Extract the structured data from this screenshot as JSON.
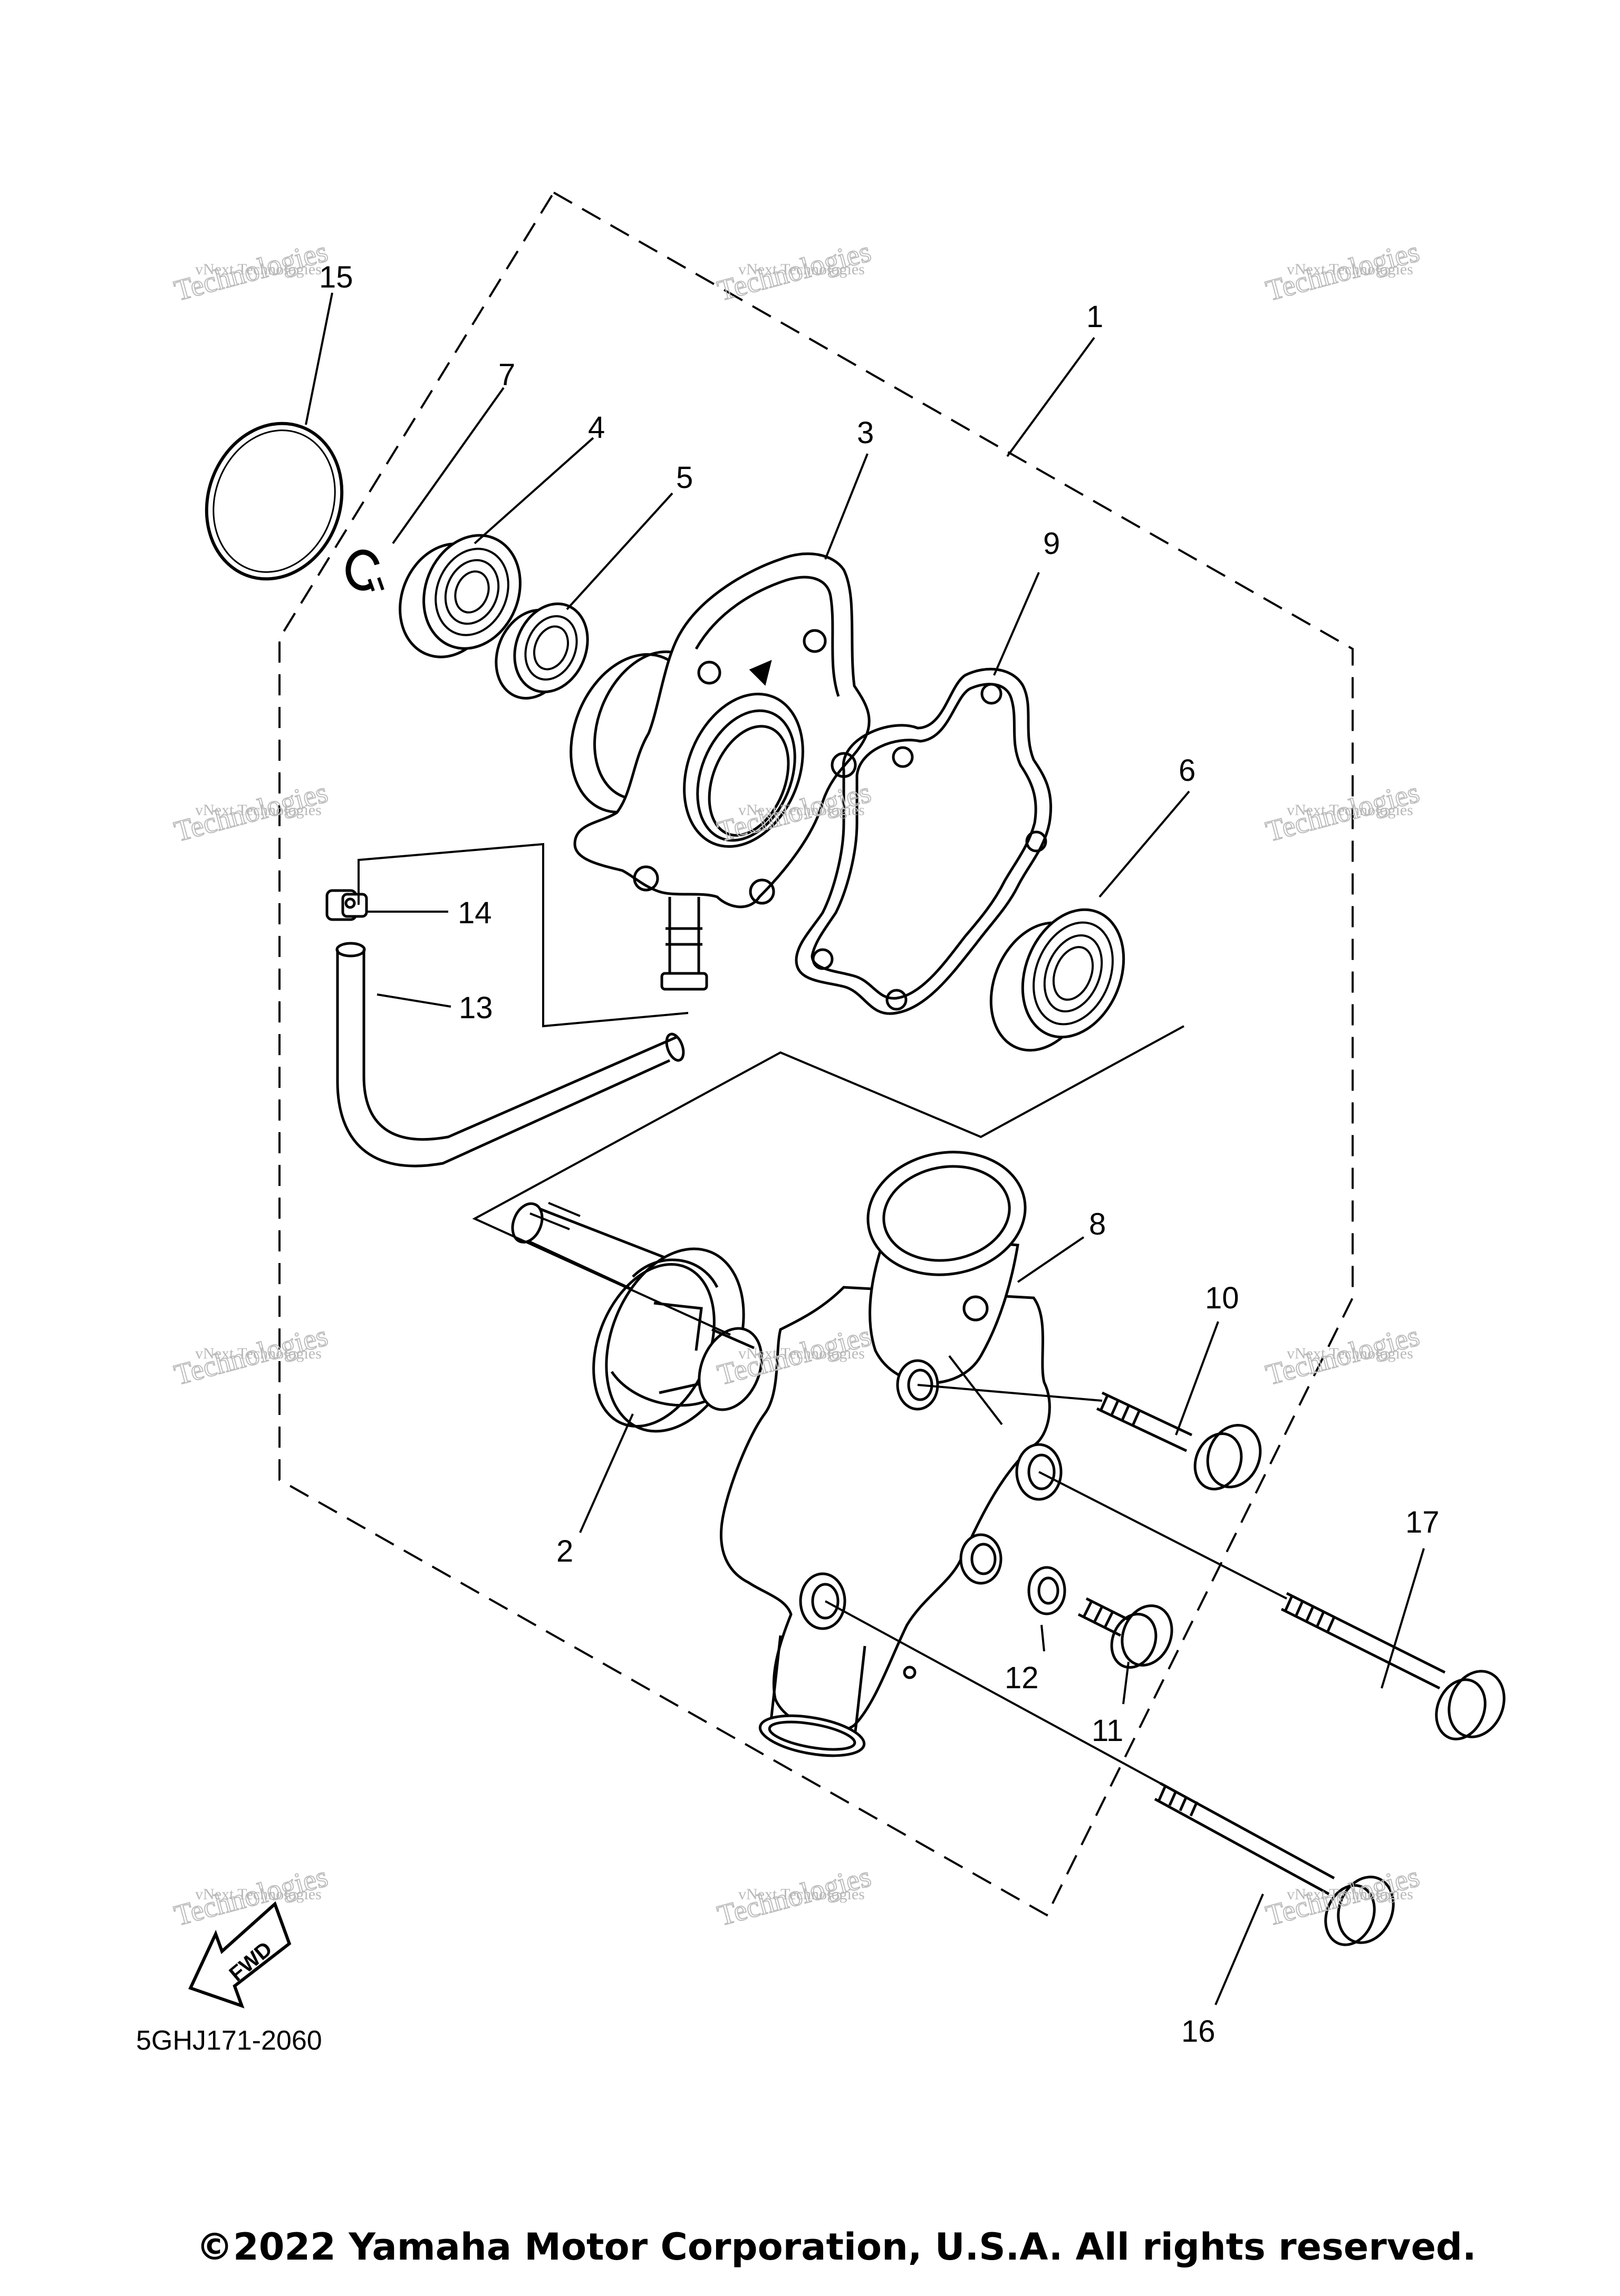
{
  "diagram": {
    "callouts": {
      "c1": "1",
      "c2": "2",
      "c3": "3",
      "c4": "4",
      "c5": "5",
      "c6": "6",
      "c7": "7",
      "c8": "8",
      "c9": "9",
      "c10": "10",
      "c11": "11",
      "c12": "12",
      "c13": "13",
      "c14": "14",
      "c15": "15",
      "c16": "16",
      "c17": "17"
    },
    "fwd_label": "FWD",
    "code": "5GHJ171-2060"
  },
  "watermark": {
    "line1": "vNext Technologies",
    "line2": "Technologies"
  },
  "footer": {
    "copyright": "©2022 Yamaha Motor Corporation, U.S.A. All rights reserved."
  }
}
